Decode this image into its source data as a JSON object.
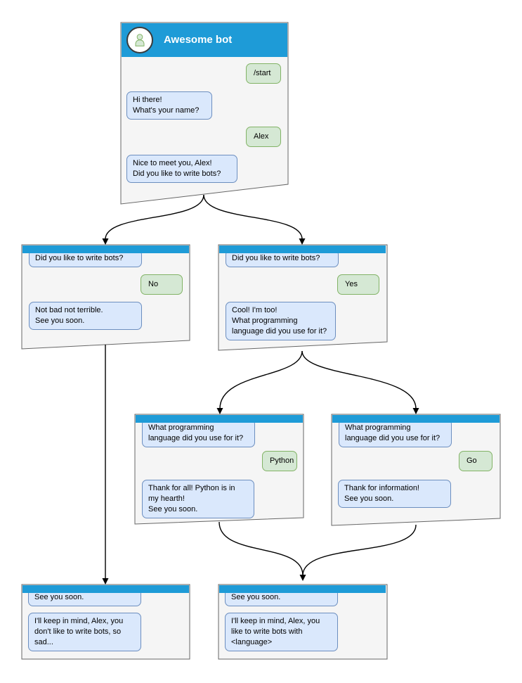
{
  "diagram": {
    "type": "chatbot-conversation-flow",
    "colors": {
      "header_blue": "#1e9bd7",
      "box_fill": "#f5f5f5",
      "box_border": "#666666",
      "bot_bubble_fill": "#dae8fc",
      "bot_bubble_border": "#6c8ebf",
      "user_bubble_fill": "#d5e8d4",
      "user_bubble_border": "#82b366"
    },
    "nodes": {
      "root": {
        "title": "Awesome bot",
        "bubbles": [
          {
            "side": "user",
            "text": "/start"
          },
          {
            "side": "bot",
            "text": "Hi there!\nWhat's your name?"
          },
          {
            "side": "user",
            "text": "Alex"
          },
          {
            "side": "bot",
            "text": "Nice to meet you, Alex!\nDid you like to write bots?"
          }
        ]
      },
      "branch_no": {
        "bubbles": [
          {
            "side": "bot",
            "text": "Did you like to write bots?"
          },
          {
            "side": "user",
            "text": "No"
          },
          {
            "side": "bot",
            "text": "Not bad not terrible.\nSee you soon."
          }
        ]
      },
      "branch_yes": {
        "bubbles": [
          {
            "side": "bot",
            "text": "Did you like to write bots?"
          },
          {
            "side": "user",
            "text": "Yes"
          },
          {
            "side": "bot",
            "text": "Cool! I'm too!\nWhat programming\nlanguage did you use for it?"
          }
        ]
      },
      "branch_python": {
        "bubbles": [
          {
            "side": "bot",
            "text": "What programming\nlanguage did you use for it?"
          },
          {
            "side": "user",
            "text": "Python"
          },
          {
            "side": "bot",
            "text": "Thank for all! Python is in\nmy hearth!\nSee you soon."
          }
        ]
      },
      "branch_go": {
        "bubbles": [
          {
            "side": "bot",
            "text": "What programming\nlanguage did you use for it?"
          },
          {
            "side": "user",
            "text": "Go"
          },
          {
            "side": "bot",
            "text": "Thank for information!\nSee you soon."
          }
        ]
      },
      "end_no": {
        "bubbles": [
          {
            "side": "bot",
            "text": "See you soon."
          },
          {
            "side": "bot",
            "text": "I'll keep in mind, Alex, you\ndon't like to write bots, so\nsad..."
          }
        ]
      },
      "end_language": {
        "bubbles": [
          {
            "side": "bot",
            "text": "See you soon."
          },
          {
            "side": "bot",
            "text": "I'll keep in mind, Alex, you\nlike to write bots with\n<language>"
          }
        ]
      }
    },
    "edges": [
      {
        "from": "root",
        "to": "branch_no"
      },
      {
        "from": "root",
        "to": "branch_yes"
      },
      {
        "from": "branch_yes",
        "to": "branch_python"
      },
      {
        "from": "branch_yes",
        "to": "branch_go"
      },
      {
        "from": "branch_no",
        "to": "end_no"
      },
      {
        "from": "branch_python",
        "to": "end_language"
      },
      {
        "from": "branch_go",
        "to": "end_language"
      }
    ]
  }
}
